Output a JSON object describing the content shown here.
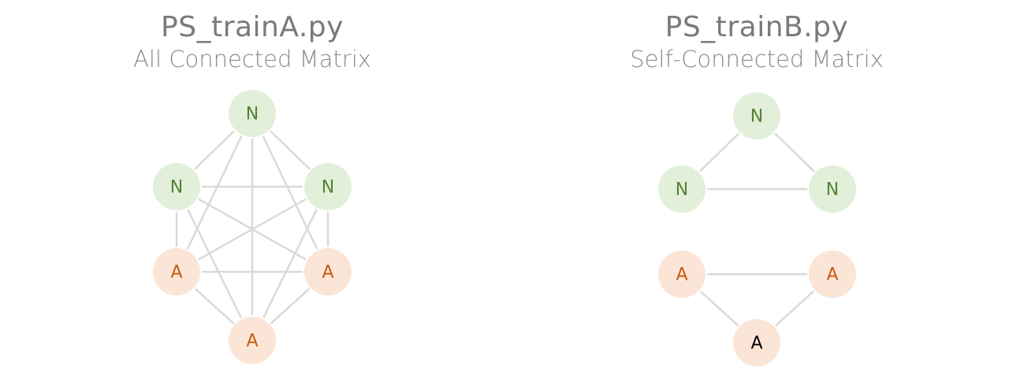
{
  "panels": {
    "left": {
      "title": "PS_trainA.py",
      "subtitle": "All Connected Matrix",
      "nodes": [
        {
          "id": "n_top",
          "label": "N",
          "kind": "normal"
        },
        {
          "id": "n_left",
          "label": "N",
          "kind": "normal"
        },
        {
          "id": "n_right",
          "label": "N",
          "kind": "normal"
        },
        {
          "id": "a_left",
          "label": "A",
          "kind": "anomaly"
        },
        {
          "id": "a_right",
          "label": "A",
          "kind": "anomaly"
        },
        {
          "id": "a_bottom",
          "label": "A",
          "kind": "anomaly"
        }
      ],
      "edges": [
        [
          "n_top",
          "n_left"
        ],
        [
          "n_top",
          "n_right"
        ],
        [
          "n_top",
          "a_left"
        ],
        [
          "n_top",
          "a_right"
        ],
        [
          "n_top",
          "a_bottom"
        ],
        [
          "n_left",
          "n_right"
        ],
        [
          "n_left",
          "a_left"
        ],
        [
          "n_left",
          "a_right"
        ],
        [
          "n_left",
          "a_bottom"
        ],
        [
          "n_right",
          "a_left"
        ],
        [
          "n_right",
          "a_right"
        ],
        [
          "n_right",
          "a_bottom"
        ],
        [
          "a_left",
          "a_right"
        ],
        [
          "a_left",
          "a_bottom"
        ],
        [
          "a_right",
          "a_bottom"
        ]
      ]
    },
    "right": {
      "title": "PS_trainB.py",
      "subtitle": "Self-Connected Matrix",
      "nodes": [
        {
          "id": "n_top",
          "label": "N",
          "kind": "normal"
        },
        {
          "id": "n_left",
          "label": "N",
          "kind": "normal"
        },
        {
          "id": "n_right",
          "label": "N",
          "kind": "normal"
        },
        {
          "id": "a_left",
          "label": "A",
          "kind": "anomaly"
        },
        {
          "id": "a_right",
          "label": "A",
          "kind": "anomaly"
        },
        {
          "id": "a_bottom",
          "label": "A",
          "kind": "anomaly_plain"
        }
      ],
      "edges": [
        [
          "n_top",
          "n_left"
        ],
        [
          "n_top",
          "n_right"
        ],
        [
          "n_left",
          "n_right"
        ],
        [
          "a_left",
          "a_right"
        ],
        [
          "a_left",
          "a_bottom"
        ],
        [
          "a_right",
          "a_bottom"
        ]
      ]
    }
  },
  "colors": {
    "normal_fill": "#e2f0d9",
    "normal_text": "#548235",
    "anomaly_fill": "#fbe5d6",
    "anomaly_text": "#c55a11",
    "anomaly_plain_text": "#000000",
    "edge": "#d9d9d9"
  }
}
